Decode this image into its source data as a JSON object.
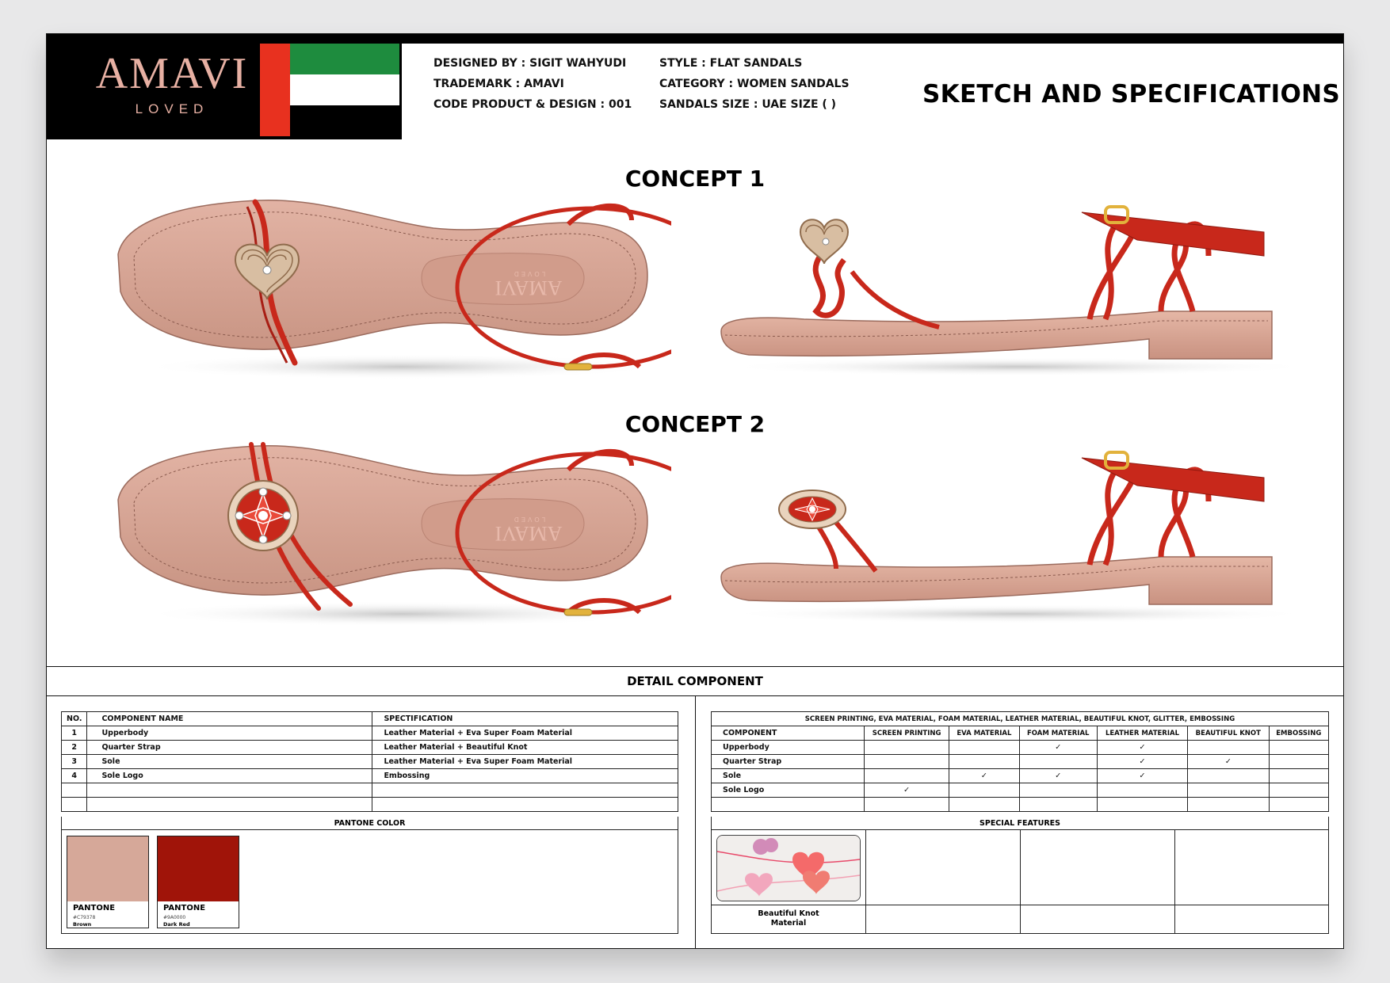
{
  "header": {
    "brand": "AMAVI",
    "brand_tagline": "LOVED",
    "designed_by": "DESIGNED BY : SIGIT WAHYUDI",
    "trademark": "TRADEMARK : AMAVI",
    "code": "CODE PRODUCT & DESIGN : 001",
    "style": "STYLE : FLAT SANDALS",
    "category": "CATEGORY : WOMEN SANDALS",
    "size": "SANDALS SIZE : UAE SIZE (   )",
    "title": "SKETCH AND SPECIFICATIONS"
  },
  "concepts": [
    {
      "label": "CONCEPT 1"
    },
    {
      "label": "CONCEPT 2"
    }
  ],
  "insole_logo": {
    "main": "AMAVI",
    "sub": "LOVED"
  },
  "colors": {
    "strap_red": "#c8281b",
    "sole_pink": "#d6a08f",
    "flag_green": "#1e8c3e",
    "flag_red": "#e8311f"
  },
  "detail": {
    "title": "DETAIL COMPONENT",
    "components_table": {
      "headers": [
        "NO.",
        "COMPONENT NAME",
        "SPECTIFICATION"
      ],
      "rows": [
        [
          "1",
          "Upperbody",
          "Leather Material + Eva Super Foam Material"
        ],
        [
          "2",
          "Quarter Strap",
          "Leather Material + Beautiful Knot"
        ],
        [
          "3",
          "Sole",
          "Leather Material + Eva Super Foam Material"
        ],
        [
          "4",
          "Sole Logo",
          "Embossing"
        ],
        [
          "",
          "",
          ""
        ],
        [
          "",
          "",
          ""
        ]
      ]
    },
    "pantone_title": "PANTONE COLOR",
    "pantones": [
      {
        "label": "PANTONE",
        "code": "#C79378",
        "name": "Brown",
        "hex": "#d6a899"
      },
      {
        "label": "PANTONE",
        "code": "#9A0000",
        "name": "Dark Red",
        "hex": "#a01409"
      }
    ],
    "materials_table": {
      "title": "SCREEN PRINTING, EVA MATERIAL, FOAM MATERIAL, LEATHER MATERIAL, BEAUTIFUL KNOT, GLITTER, EMBOSSING",
      "headers": [
        "COMPONENT",
        "SCREEN PRINTING",
        "EVA MATERIAL",
        "FOAM MATERIAL",
        "LEATHER MATERIAL",
        "BEAUTIFUL KNOT",
        "EMBOSSING"
      ],
      "rows": [
        [
          "Upperbody",
          "",
          "",
          "✓",
          "✓",
          "",
          ""
        ],
        [
          "Quarter Strap",
          "",
          "",
          "",
          "✓",
          "✓",
          ""
        ],
        [
          "Sole",
          "",
          "✓",
          "✓",
          "✓",
          "",
          ""
        ],
        [
          "Sole Logo",
          "✓",
          "",
          "",
          "",
          "",
          ""
        ],
        [
          "",
          "",
          "",
          "",
          "",
          "",
          ""
        ]
      ]
    },
    "special_features_title": "SPECIAL FEATURES",
    "special_features": [
      {
        "caption_line1": "Beautiful Knot",
        "caption_line2": "Material"
      }
    ]
  }
}
